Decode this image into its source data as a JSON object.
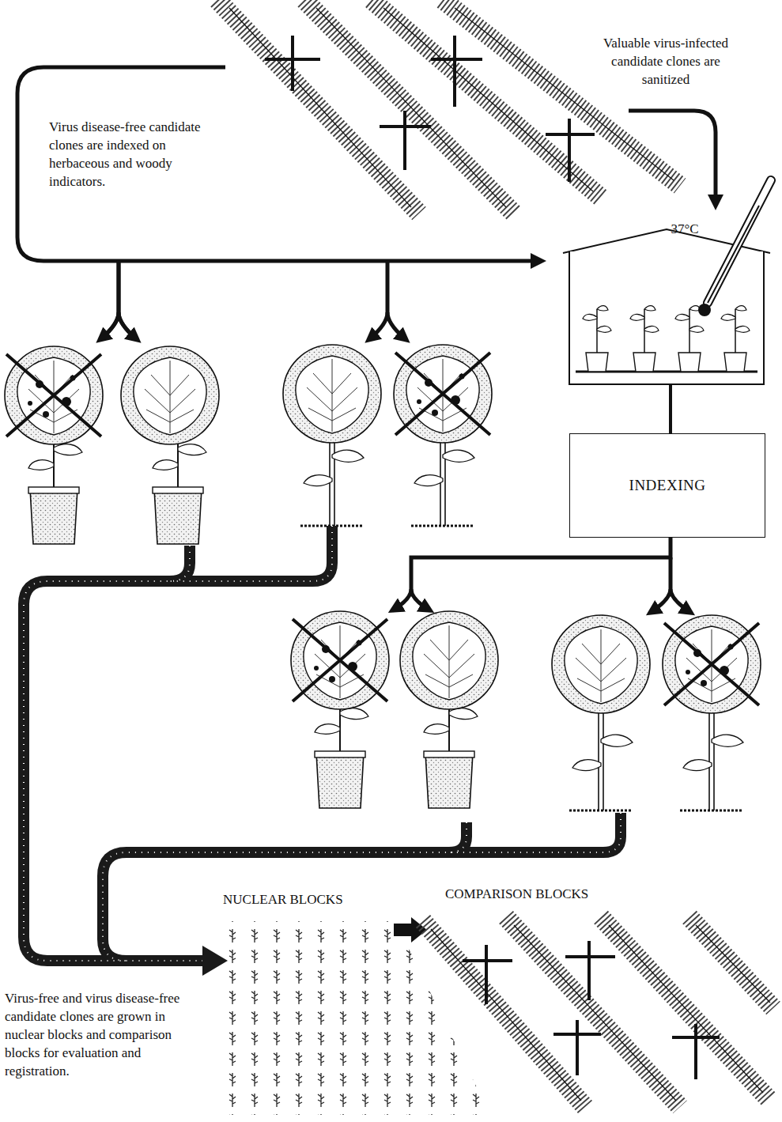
{
  "diagram": {
    "nodes": [
      {
        "text": [
          "INDEXING"
        ]
      }
    ],
    "labels": [
      "Valuable virus-infected candidate clones are sanitized",
      "Virus disease-free candidate clones are indexed on herbaceous and woody indicators.",
      "37°C",
      "NUCLEAR BLOCKS",
      "COMPARISON BLOCKS",
      "Virus-free and virus disease-free candidate clones are grown in nuclear blocks and comparison blocks for evaluation and registration."
    ]
  }
}
